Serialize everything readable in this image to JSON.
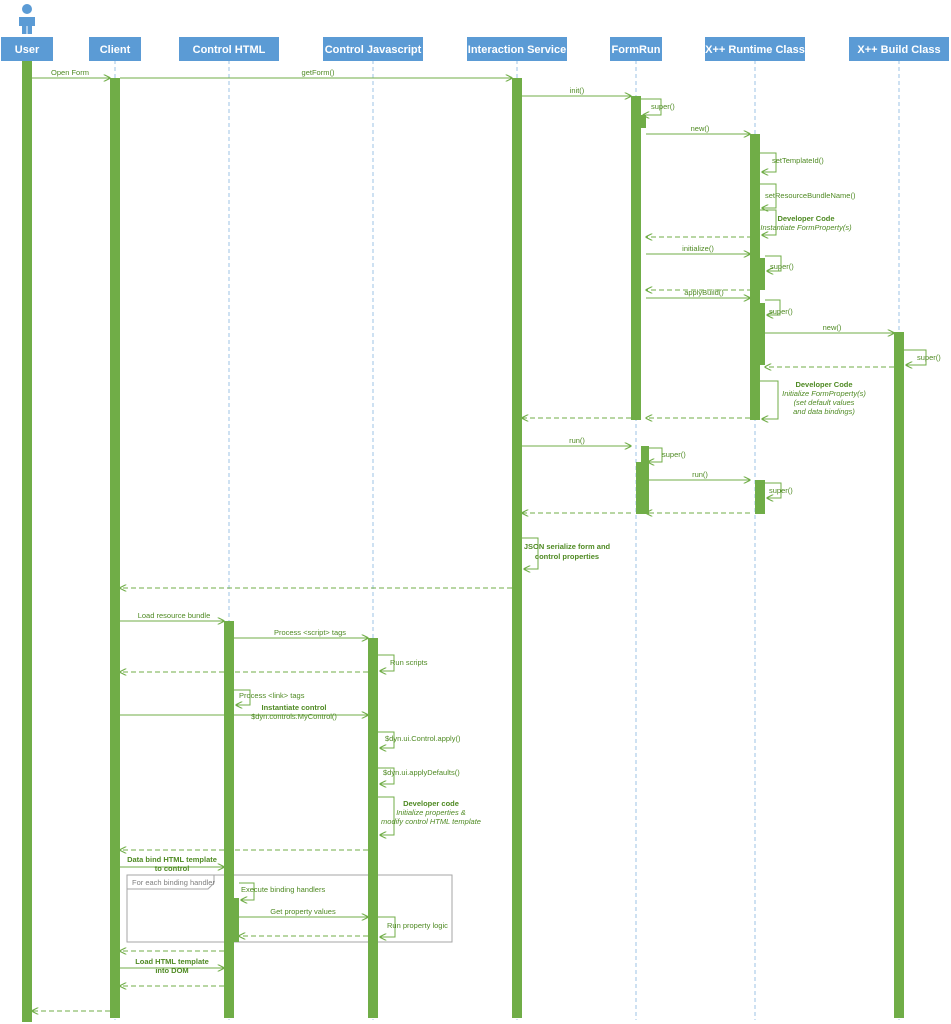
{
  "colors": {
    "header_fill": "#5b9bd5",
    "activation_fill": "#70ad47",
    "message_line": "#70ad47",
    "text": "#4f8a23",
    "lifeline": "#9dc3e6",
    "frame_border": "#a6a6a6"
  },
  "actor_icon": "person-icon",
  "lifelines": [
    {
      "id": "user",
      "label": "User"
    },
    {
      "id": "client",
      "label": "Client"
    },
    {
      "id": "html",
      "label": "Control HTML"
    },
    {
      "id": "js",
      "label": "Control Javascript"
    },
    {
      "id": "svc",
      "label": "Interaction Service"
    },
    {
      "id": "formrun",
      "label": "FormRun"
    },
    {
      "id": "rt",
      "label": "X++ Runtime Class"
    },
    {
      "id": "build",
      "label": "X++ Build Class"
    }
  ],
  "messages": [
    {
      "label": "Open Form"
    },
    {
      "label": "getForm()"
    },
    {
      "label": "init()"
    },
    {
      "label": "super()"
    },
    {
      "label": "new()"
    },
    {
      "label": "setTemplateId()"
    },
    {
      "label": "setResourceBundleName()"
    },
    {
      "label": "initialize()"
    },
    {
      "label": "super()"
    },
    {
      "label": "applyBuild()"
    },
    {
      "label": "super()"
    },
    {
      "label": "new()"
    },
    {
      "label": "super()"
    },
    {
      "label": "run()"
    },
    {
      "label": "super()"
    },
    {
      "label": "run()"
    },
    {
      "label": "super()"
    },
    {
      "label": "Load resource bundle"
    },
    {
      "label": "Process <script> tags"
    },
    {
      "label": "Run scripts"
    },
    {
      "label": "Process <link> tags"
    },
    {
      "label": "$dyn.ui.Control.apply()"
    },
    {
      "label": "$dyn.ui.applyDefaults()"
    },
    {
      "label": "Execute binding handlers"
    },
    {
      "label": "Get property values"
    },
    {
      "label": "Run property logic"
    }
  ],
  "notes": [
    {
      "lines": [
        {
          "text": "Developer Code",
          "style": "bold"
        },
        {
          "text": "Instantiate FormProperty(s)",
          "style": "italic"
        }
      ]
    },
    {
      "lines": [
        {
          "text": "Developer Code",
          "style": "bold"
        },
        {
          "text": "Initialize FormProperty(s)",
          "style": "italic"
        },
        {
          "text": "(set default values",
          "style": "italic"
        },
        {
          "text": "and data bindings)",
          "style": "italic"
        }
      ]
    },
    {
      "lines": [
        {
          "text": "JSON serialize form and",
          "style": "bold"
        },
        {
          "text": "control properties",
          "style": "bold"
        }
      ]
    },
    {
      "lines": [
        {
          "text": "Instantiate control",
          "style": "bold"
        },
        {
          "text": "$dyn.controls.MyControl()",
          "style": "normal"
        }
      ]
    },
    {
      "lines": [
        {
          "text": "Developer code",
          "style": "bold"
        },
        {
          "text": "Initialize properties &",
          "style": "italic"
        },
        {
          "text": "modify control HTML template",
          "style": "italic"
        }
      ]
    },
    {
      "lines": [
        {
          "text": "Data bind HTML template",
          "style": "bold"
        },
        {
          "text": "to control",
          "style": "bold"
        }
      ]
    },
    {
      "lines": [
        {
          "text": "Load HTML template",
          "style": "bold"
        },
        {
          "text": "into DOM",
          "style": "bold"
        }
      ]
    }
  ],
  "frame": {
    "label": "For each binding handler"
  }
}
